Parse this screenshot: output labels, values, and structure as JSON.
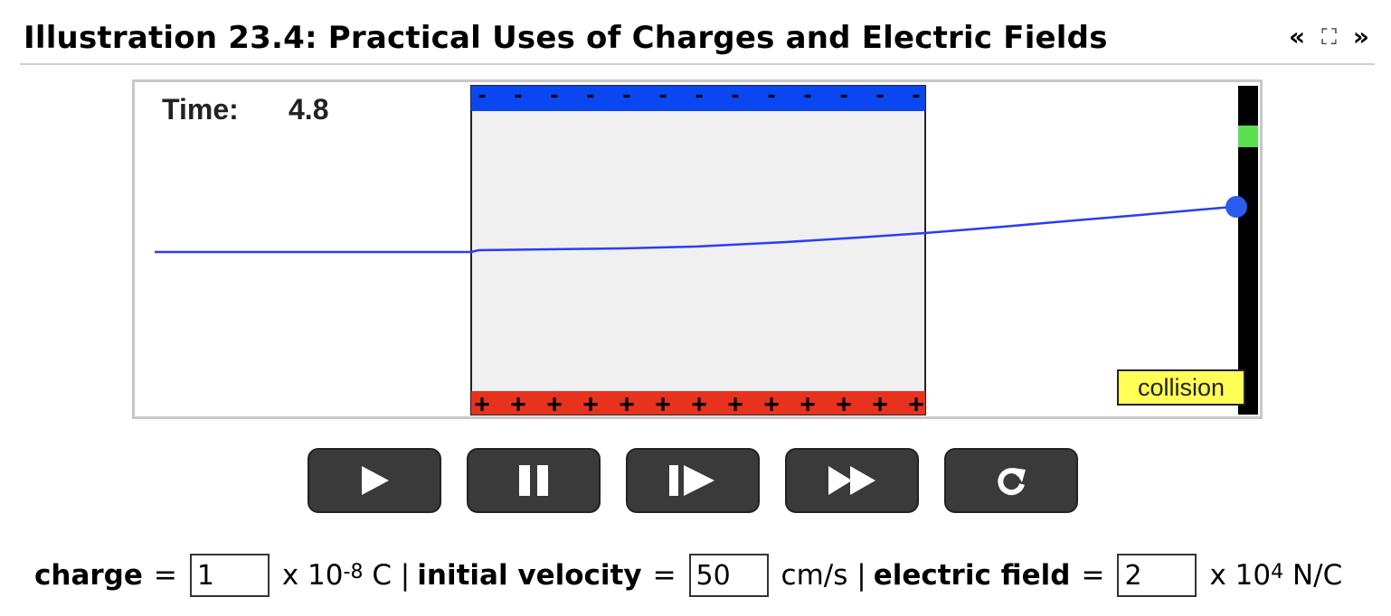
{
  "header": {
    "title": "Illustration 23.4: Practical Uses of Charges and Electric Fields",
    "prev_label": "«",
    "expand_label": "⛶",
    "next_label": "»"
  },
  "simulation": {
    "time_label": "Time:",
    "time_value": "4.8",
    "collision_label": "collision",
    "top_plate_sign": "-",
    "bottom_plate_sign": "+",
    "colors": {
      "top_plate": "#0a47f0",
      "bottom_plate": "#e8321e",
      "plate_region": "#f0f0f0",
      "trajectory": "#2a3ef0",
      "detector": "#000000",
      "target": "#5be04f",
      "particle": "#2a5cf0"
    }
  },
  "controls": [
    {
      "name": "play-button",
      "icon": "play-icon"
    },
    {
      "name": "pause-button",
      "icon": "pause-icon"
    },
    {
      "name": "step-button",
      "icon": "step-forward-icon"
    },
    {
      "name": "fast-forward-button",
      "icon": "fast-forward-icon"
    },
    {
      "name": "reset-button",
      "icon": "reset-icon"
    }
  ],
  "params": {
    "charge_label": "charge",
    "charge_value": "1",
    "charge_unit_prefix": "x 10",
    "charge_exponent": "-8",
    "charge_unit": "C |",
    "velocity_label": "initial velocity",
    "velocity_value": "50",
    "velocity_unit": "cm/s |",
    "field_label": "electric field",
    "field_value": "2",
    "field_unit_prefix": "x 10",
    "field_exponent": "4",
    "field_unit": "N/C",
    "equals": "="
  }
}
